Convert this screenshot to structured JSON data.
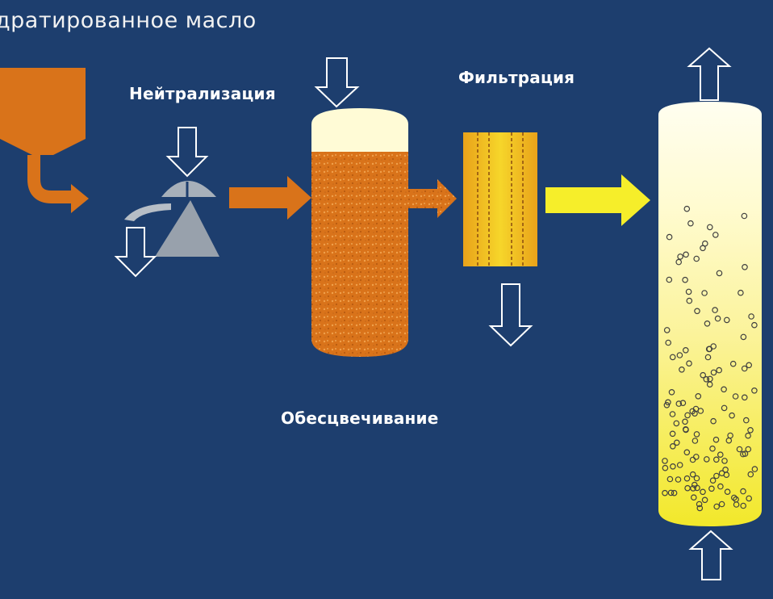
{
  "title": "дратированное масло",
  "labels": {
    "neutralization": "Нейтрализация",
    "bleaching": "Обесцвечивание",
    "filtration": "Фильтрация"
  },
  "colors": {
    "background": "#1d3e6e",
    "oil_orange": "#d9731a",
    "filtered_yellow": "#f6ee2a",
    "arrow_outline": "#ffffff",
    "separator_grey": "#9aa3ad"
  }
}
